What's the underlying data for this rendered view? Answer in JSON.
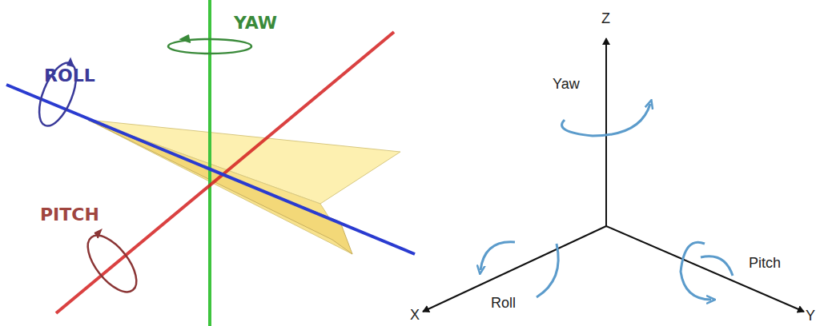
{
  "diagram": {
    "labels": [
      "ROLL",
      "YAW",
      "PITCH",
      "Z",
      "Yaw",
      "X",
      "Roll",
      "Pitch",
      "Y"
    ]
  }
}
